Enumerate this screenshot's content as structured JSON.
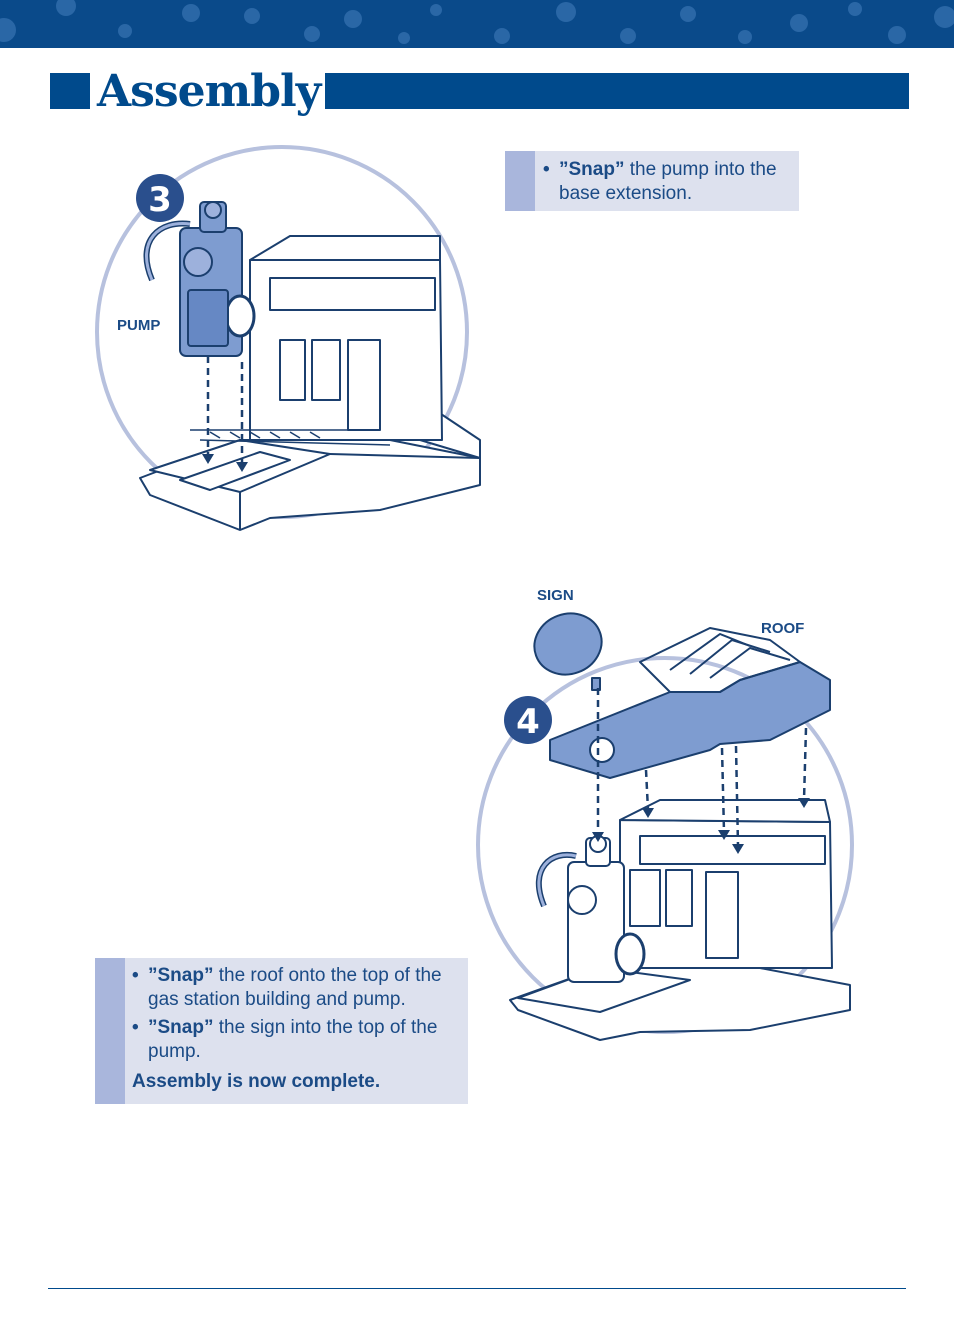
{
  "header": {
    "title": "Assembly"
  },
  "step3": {
    "number": "3",
    "pump_label": "PUMP",
    "instruction": {
      "bullet_emphasis": "”Snap”",
      "bullet_text": " the pump into the base extension."
    }
  },
  "step4": {
    "number": "4",
    "sign_label": "SIGN",
    "roof_label": "ROOF",
    "instructions": [
      {
        "emphasis": "”Snap”",
        "text": " the roof onto the top of the gas station building and pump."
      },
      {
        "emphasis": "”Snap”",
        "text": " the sign into the top of the pump."
      }
    ],
    "completion": "Assembly is now complete."
  },
  "colors": {
    "brand_blue": "#004a8c",
    "panel_bg": "#dde1ee",
    "panel_stripe": "#a9b6dc",
    "part_blue": "#7e9cd0"
  }
}
